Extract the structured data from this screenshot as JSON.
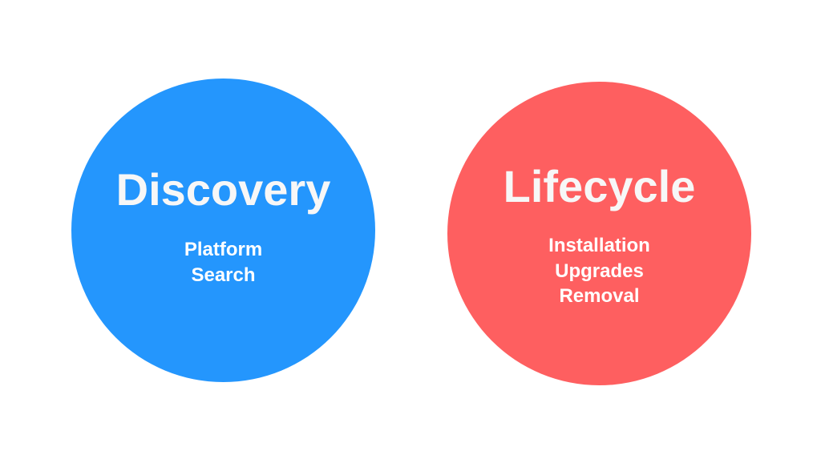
{
  "colors": {
    "background": "#ffffff",
    "discovery_fill": "#2496fd",
    "lifecycle_fill": "#fe5f60",
    "text": "#ffffff"
  },
  "circles": [
    {
      "title": "Discovery",
      "items": [
        "Platform",
        "Search"
      ]
    },
    {
      "title": "Lifecycle",
      "items": [
        "Installation",
        "Upgrades",
        "Removal"
      ]
    }
  ]
}
